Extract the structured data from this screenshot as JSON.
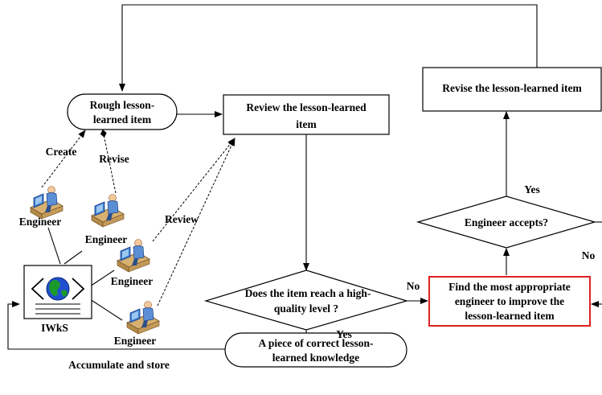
{
  "nodes": {
    "rough_item": [
      "Rough lesson-",
      "learned  item"
    ],
    "review_item": [
      "Review the lesson-learned",
      "item"
    ],
    "revise_item": [
      "Revise the lesson-learned item"
    ],
    "decision_quality": [
      "Does the item reach a high-",
      "quality level ?"
    ],
    "decision_accept": [
      "Engineer accepts?"
    ],
    "find_engineer": [
      "Find the most appropriate",
      "engineer to improve the",
      "lesson-learned item"
    ],
    "correct_knowledge": [
      "A piece of correct  lesson-",
      "learned knowledge"
    ],
    "iwks": "IWkS"
  },
  "edge_labels": {
    "create": "Create",
    "revise": "Revise",
    "review": "Review",
    "yes_quality": "Yes",
    "no_quality": "No",
    "yes_accept": "Yes",
    "no_accept": "No",
    "accumulate": "Accumulate and store"
  },
  "engineers": [
    "Engineer",
    "Engineer",
    "Engineer",
    "Engineer"
  ],
  "colors": {
    "highlight_border": "#e02020",
    "globe_blue": "#1f4fd0",
    "globe_green": "#1a9a2a",
    "engineer_blue": "#5a8fd6"
  },
  "icons": [
    "engineer-at-desk-icon",
    "globe-document-icon"
  ]
}
